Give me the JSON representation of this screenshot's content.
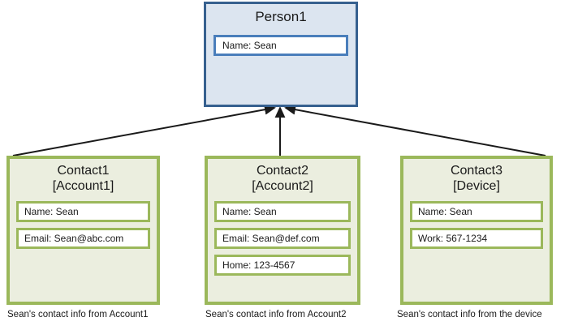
{
  "diagram": {
    "type": "entity-relationship-tree",
    "person": {
      "title": "Person1",
      "fields": [
        {
          "label": "Name:",
          "value": "Sean",
          "text": "Name:  Sean"
        }
      ],
      "fill_color": "#dce5f0",
      "border_color": "#36608f",
      "field_border_color": "#4a7ebb"
    },
    "contacts": [
      {
        "title": "Contact1\n[Account1]",
        "name": "Contact1",
        "source": "[Account1]",
        "fields": [
          {
            "label": "Name:",
            "value": "Sean",
            "text": "Name:  Sean"
          },
          {
            "label": "Email:",
            "value": "Sean@abc.com",
            "text": "Email:  Sean@abc.com"
          }
        ],
        "caption": "Sean's contact info from Account1"
      },
      {
        "title": "Contact2\n[Account2]",
        "name": "Contact2",
        "source": "[Account2]",
        "fields": [
          {
            "label": "Name:",
            "value": "Sean",
            "text": "Name:  Sean"
          },
          {
            "label": "Email:",
            "value": "Sean@def.com",
            "text": "Email:  Sean@def.com"
          },
          {
            "label": "Home:",
            "value": "123-4567",
            "text": "Home:  123-4567"
          }
        ],
        "caption": "Sean's contact info from Account2"
      },
      {
        "title": "Contact3\n[Device]",
        "name": "Contact3",
        "source": "[Device]",
        "fields": [
          {
            "label": "Name:",
            "value": "Sean",
            "text": "Name:  Sean"
          },
          {
            "label": "Work:",
            "value": "567-1234",
            "text": "Work:  567-1234"
          }
        ],
        "caption": "Sean's contact info from the device"
      }
    ],
    "contact_style": {
      "fill_color": "#ebeedf",
      "border_color": "#9bb85b",
      "field_border_color": "#9bb85b"
    },
    "connectors": {
      "color": "#1a1a1a",
      "arrowheads": "at-person-box",
      "count": 3
    }
  }
}
